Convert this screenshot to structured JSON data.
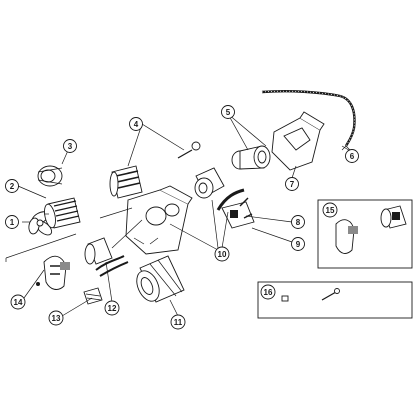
{
  "diagram": {
    "callouts": [
      "1",
      "2",
      "3",
      "4",
      "5",
      "6",
      "7",
      "8",
      "9",
      "10",
      "11",
      "12",
      "13",
      "14",
      "15",
      "16"
    ],
    "colors": {
      "ink": "#1a1a1a",
      "paper": "#ffffff",
      "shade": "#8a8a8a"
    }
  }
}
